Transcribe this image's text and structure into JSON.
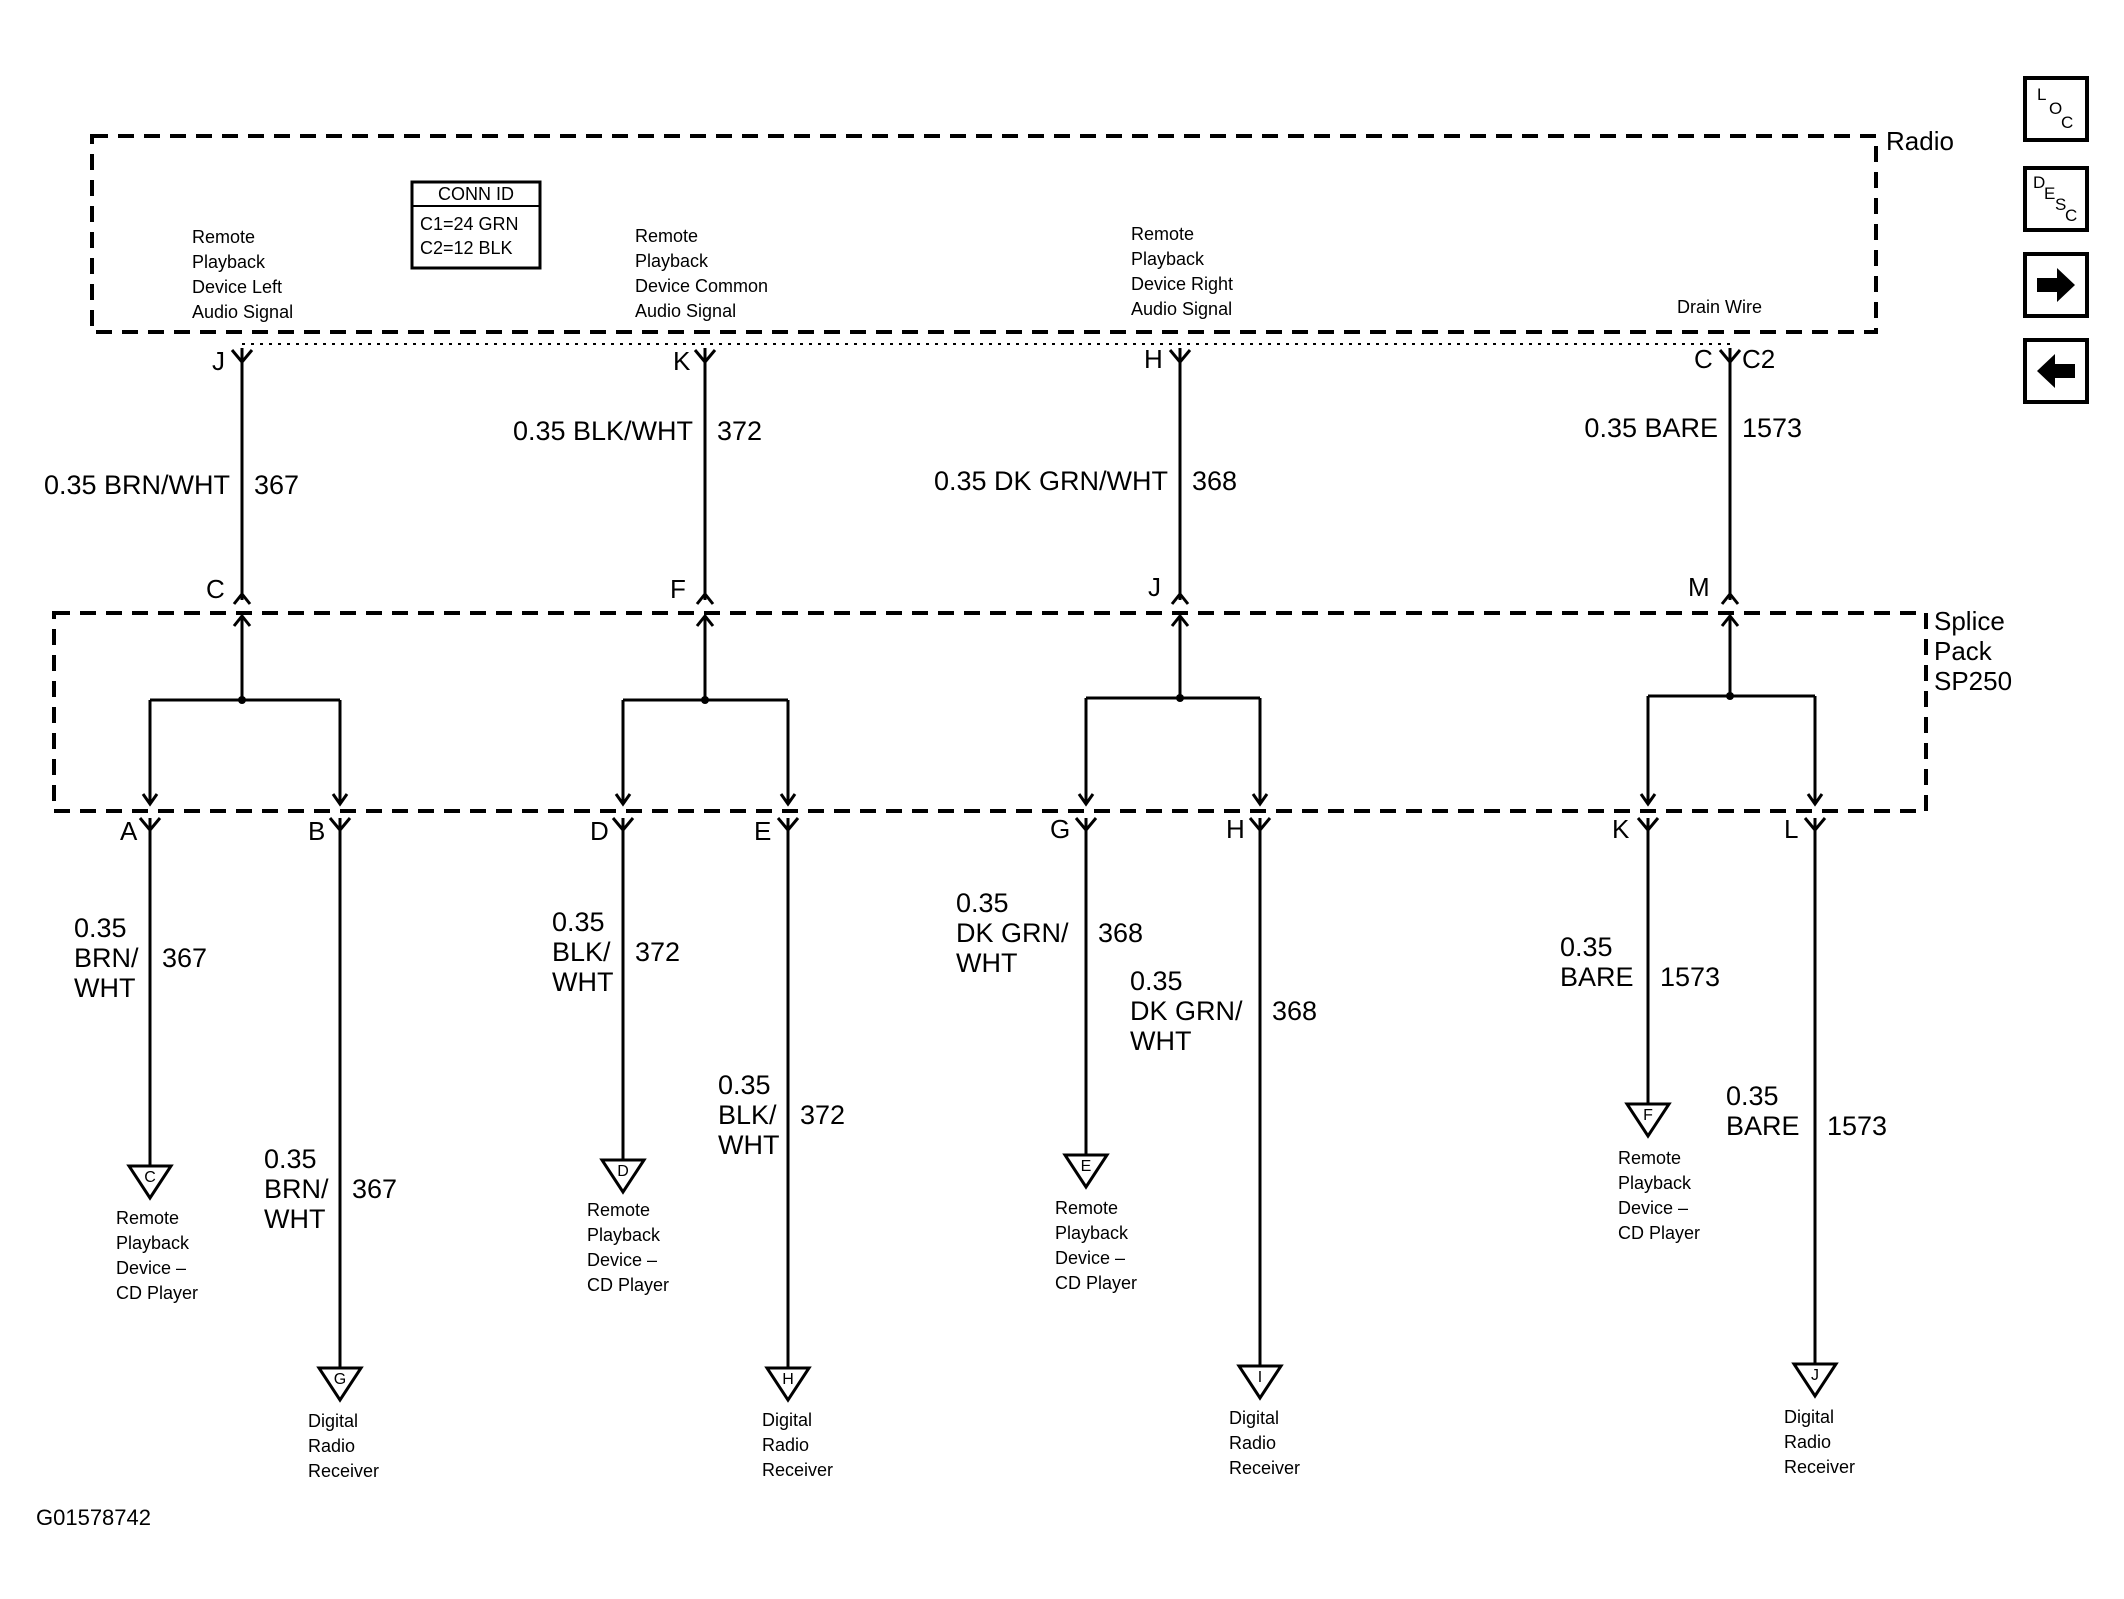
{
  "radio": {
    "label": "Radio",
    "conn_id": {
      "title": "CONN ID",
      "line1": "C1=24 GRN",
      "line2": "C2=12 BLK"
    },
    "signals": [
      {
        "lines": [
          "Remote",
          "Playback",
          "Device Left",
          "Audio Signal"
        ]
      },
      {
        "lines": [
          "Remote",
          "Playback",
          "Device Common",
          "Audio Signal"
        ]
      },
      {
        "lines": [
          "Remote",
          "Playback",
          "Device Right",
          "Audio Signal"
        ]
      },
      {
        "lines": [
          "Drain Wire"
        ]
      }
    ]
  },
  "splice": {
    "lines": [
      "Splice",
      "Pack",
      "SP250"
    ]
  },
  "upper_wires": [
    {
      "top_pin": "J",
      "bottom_pin": "C",
      "label": "0.35 BRN/WHT",
      "circuit": "367"
    },
    {
      "top_pin": "K",
      "bottom_pin": "F",
      "label": "0.35 BLK/WHT",
      "circuit": "372"
    },
    {
      "top_pin": "H",
      "bottom_pin": "J",
      "label": "0.35 DK GRN/WHT",
      "circuit": "368"
    },
    {
      "top_pin": "C",
      "top_pin2": "C2",
      "bottom_pin": "M",
      "label": "0.35 BARE",
      "circuit": "1573"
    }
  ],
  "lower_wires": [
    {
      "pin": "A",
      "label": [
        "0.35",
        "BRN/",
        "WHT"
      ],
      "circuit": "367",
      "conn": "C",
      "dest": [
        "Remote",
        "Playback",
        "Device –",
        "CD Player"
      ]
    },
    {
      "pin": "B",
      "label": [
        "0.35",
        "BRN/",
        "WHT"
      ],
      "circuit": "367",
      "conn": "G",
      "dest": [
        "Digital",
        "Radio",
        "Receiver"
      ]
    },
    {
      "pin": "D",
      "label": [
        "0.35",
        "BLK/",
        "WHT"
      ],
      "circuit": "372",
      "conn": "D",
      "dest": [
        "Remote",
        "Playback",
        "Device –",
        "CD Player"
      ]
    },
    {
      "pin": "E",
      "label": [
        "0.35",
        "BLK/",
        "WHT"
      ],
      "circuit": "372",
      "conn": "H",
      "dest": [
        "Digital",
        "Radio",
        "Receiver"
      ]
    },
    {
      "pin": "G",
      "label": [
        "0.35",
        "DK GRN/",
        "WHT"
      ],
      "circuit": "368",
      "conn": "E",
      "dest": [
        "Remote",
        "Playback",
        "Device –",
        "CD Player"
      ]
    },
    {
      "pin": "H",
      "label": [
        "0.35",
        "DK GRN/",
        "WHT"
      ],
      "circuit": "368",
      "conn": "I",
      "dest": [
        "Digital",
        "Radio",
        "Receiver"
      ]
    },
    {
      "pin": "K",
      "label": [
        "0.35",
        "BARE"
      ],
      "circuit": "1573",
      "conn": "F",
      "dest": [
        "Remote",
        "Playback",
        "Device –",
        "CD Player"
      ]
    },
    {
      "pin": "L",
      "label": [
        "0.35",
        "BARE"
      ],
      "circuit": "1573",
      "conn": "J",
      "dest": [
        "Digital",
        "Radio",
        "Receiver"
      ]
    }
  ],
  "figure_id": "G01578742",
  "nav": {
    "loc": [
      "L",
      "O",
      "C"
    ],
    "desc": [
      "D",
      "E",
      "S",
      "C"
    ],
    "forward_icon": "arrow-right-icon",
    "back_icon": "arrow-left-icon"
  }
}
